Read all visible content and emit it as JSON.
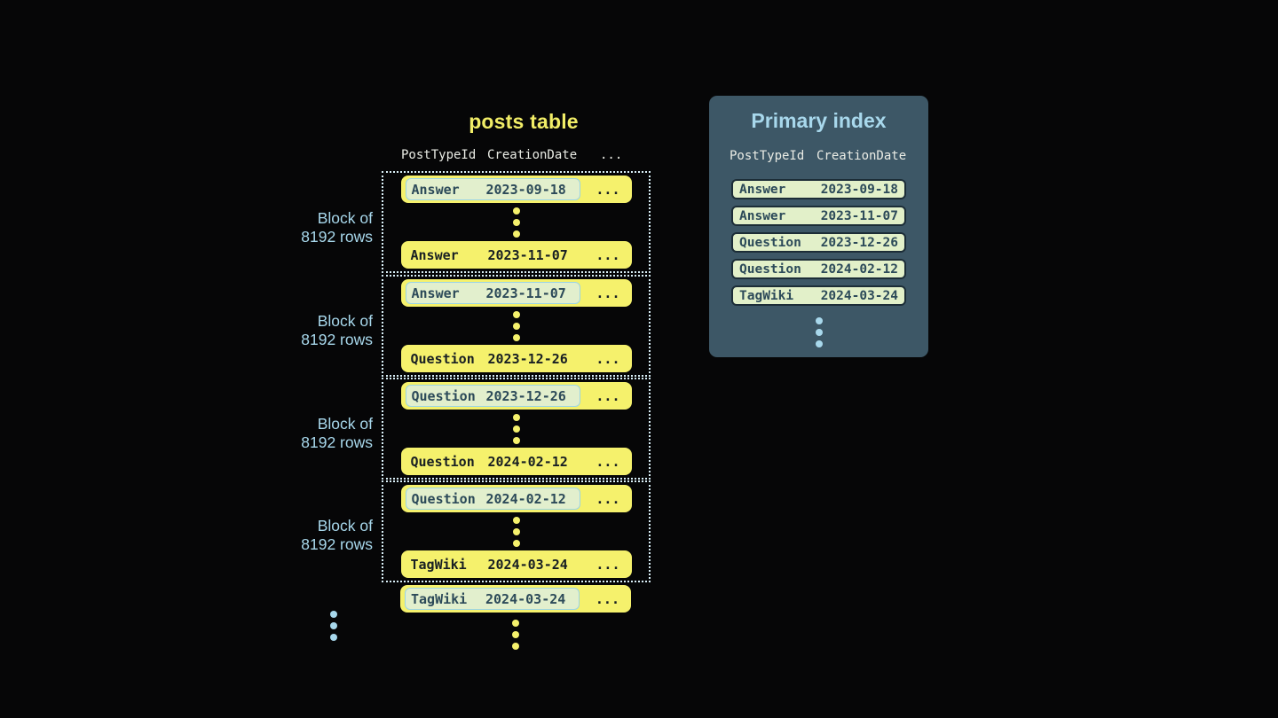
{
  "posts_table": {
    "title": "posts table",
    "columns": [
      "PostTypeId",
      "CreationDate",
      "..."
    ],
    "block_label": {
      "line1": "Block of",
      "line2": "8192 rows"
    },
    "ellipsis": "...",
    "blocks": [
      {
        "first": {
          "type": "Answer",
          "date": "2023-09-18"
        },
        "last": {
          "type": "Answer",
          "date": "2023-11-07"
        }
      },
      {
        "first": {
          "type": "Answer",
          "date": "2023-11-07"
        },
        "last": {
          "type": "Question",
          "date": "2023-12-26"
        }
      },
      {
        "first": {
          "type": "Question",
          "date": "2023-12-26"
        },
        "last": {
          "type": "Question",
          "date": "2024-02-12"
        }
      },
      {
        "first": {
          "type": "Question",
          "date": "2024-02-12"
        },
        "last": {
          "type": "TagWiki",
          "date": "2024-03-24"
        }
      }
    ],
    "overflow_row": {
      "type": "TagWiki",
      "date": "2024-03-24"
    }
  },
  "primary_index": {
    "title": "Primary index",
    "columns": [
      "PostTypeId",
      "CreationDate"
    ],
    "rows": [
      {
        "type": "Answer",
        "date": "2023-09-18"
      },
      {
        "type": "Answer",
        "date": "2023-11-07"
      },
      {
        "type": "Question",
        "date": "2023-12-26"
      },
      {
        "type": "Question",
        "date": "2024-02-12"
      },
      {
        "type": "TagWiki",
        "date": "2024-03-24"
      }
    ]
  },
  "colors": {
    "background": "#060607",
    "row_yellow": "#f5f16c",
    "row_text_dark": "#181f23",
    "highlight_green": "#e2efcd",
    "highlight_border": "#9ad4e6",
    "highlight_text": "#2c4a59",
    "index_pill_green": "#e2f0c9",
    "index_pill_border": "#1c2d37",
    "panel_bg": "#3d5766",
    "accent_blue": "#a8d8ec",
    "title_yellow": "#f1ed67",
    "header_text": "#eaece5",
    "dotted_border": "#d9eff7"
  }
}
